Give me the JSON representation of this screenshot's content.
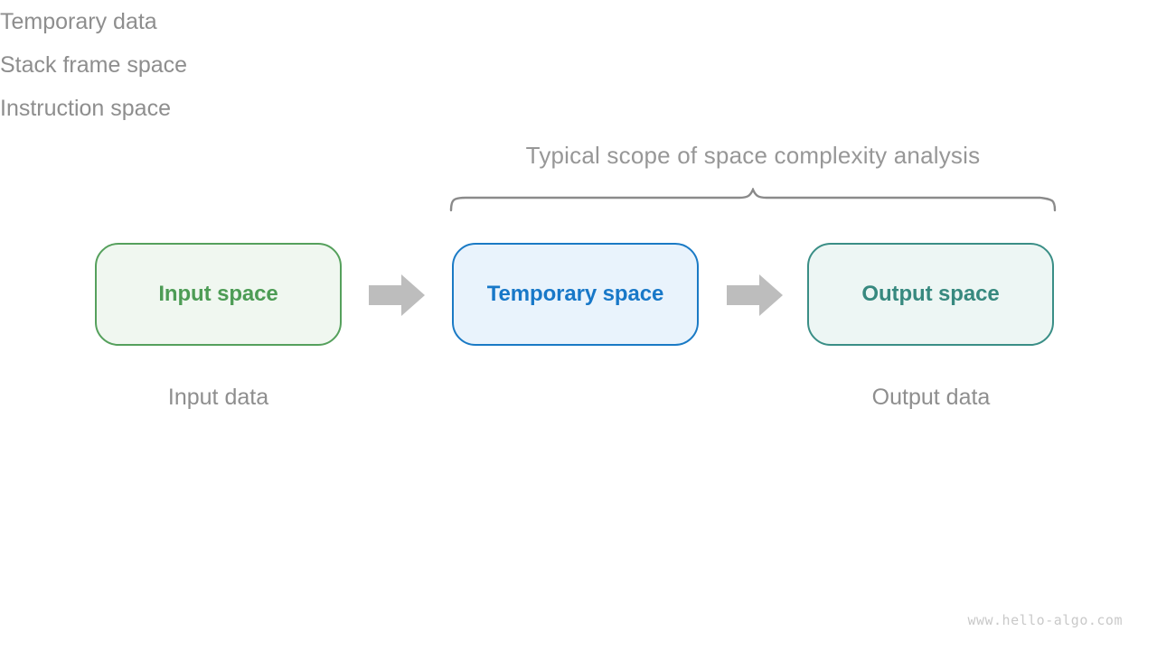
{
  "title": {
    "text": "Typical scope of space complexity analysis",
    "color": "#979797"
  },
  "brace": {
    "color": "#8a8a8a"
  },
  "boxes": [
    {
      "id": "input-space",
      "label": "Input space",
      "border_color": "#55a05c",
      "fill_color": "#f0f7f0",
      "text_color": "#4d9c55"
    },
    {
      "id": "temporary-space",
      "label": "Temporary space",
      "border_color": "#1a7ac5",
      "fill_color": "#e9f3fc",
      "text_color": "#1878c8"
    },
    {
      "id": "output-space",
      "label": "Output space",
      "border_color": "#3a8e86",
      "fill_color": "#edf6f4",
      "text_color": "#37897f"
    }
  ],
  "sublabels": {
    "input": "Input data",
    "temporary": [
      "Temporary data",
      "Stack frame space",
      "Instruction space"
    ],
    "output": "Output data"
  },
  "arrows": {
    "color": "#bdbdbd"
  },
  "watermark": "www.hello-algo.com"
}
